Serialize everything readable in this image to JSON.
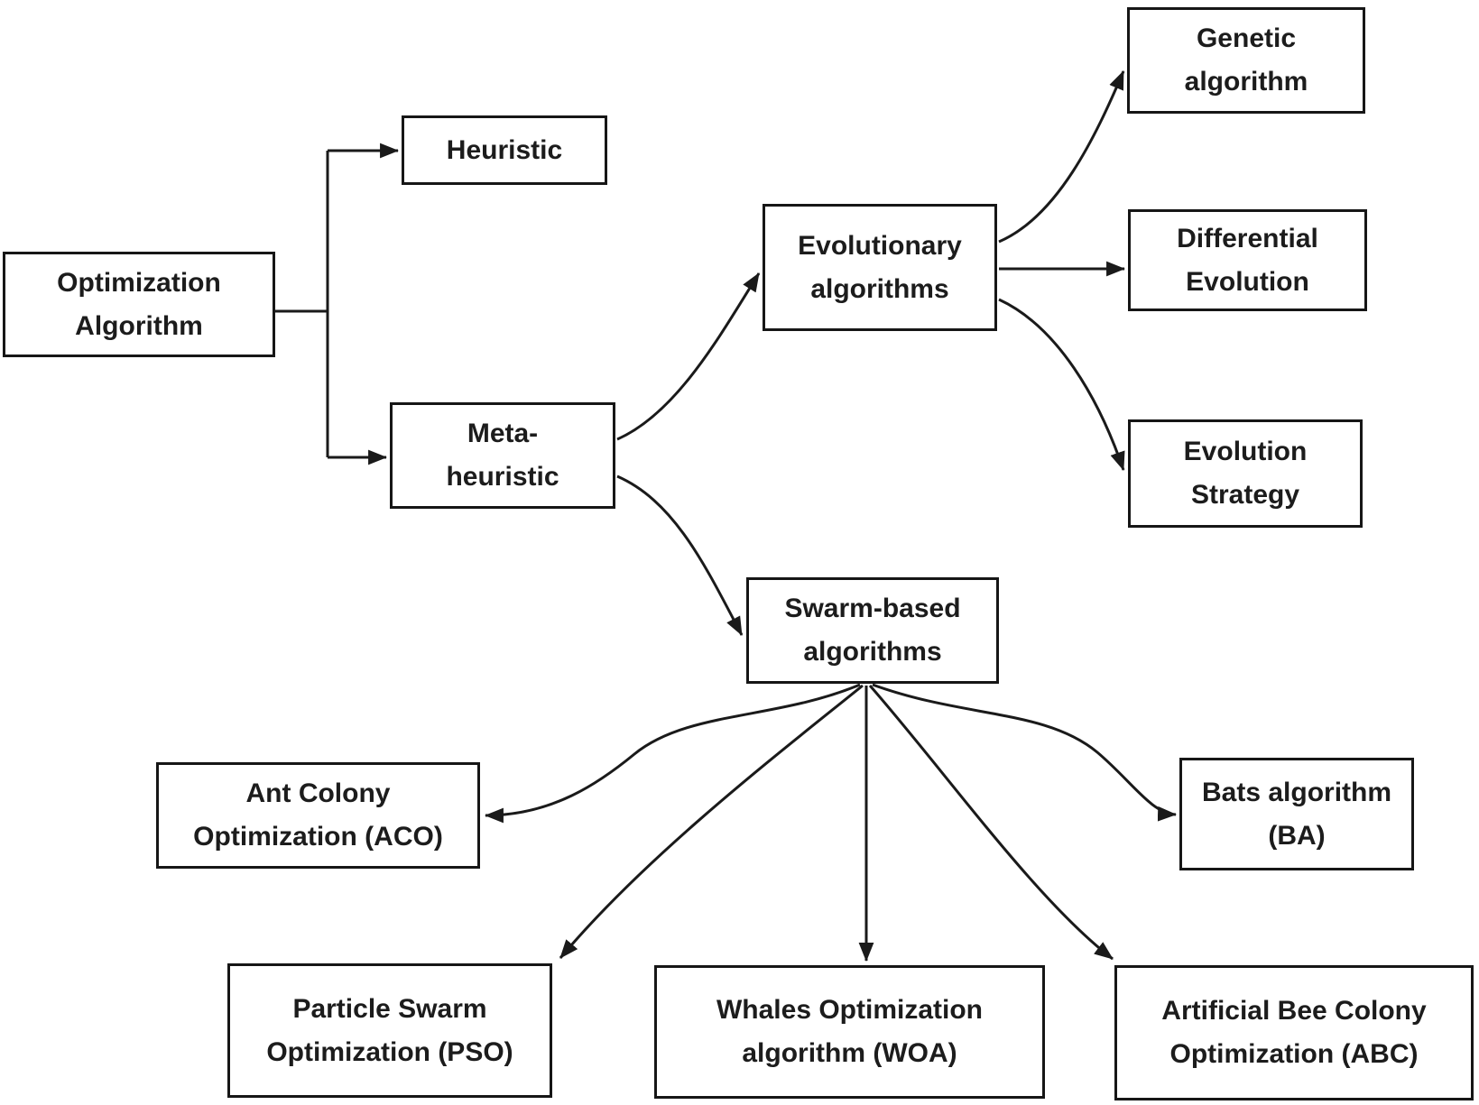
{
  "nodes": {
    "optimization": {
      "line1": "Optimization",
      "line2": "Algorithm"
    },
    "heuristic": {
      "line1": "Heuristic"
    },
    "metaheuristic": {
      "line1": "Meta-",
      "line2": "heuristic"
    },
    "evolutionary": {
      "line1": "Evolutionary",
      "line2": "algorithms"
    },
    "genetic": {
      "line1": "Genetic",
      "line2": "algorithm"
    },
    "differential": {
      "line1": "Differential",
      "line2": "Evolution"
    },
    "evolution_strategy": {
      "line1": "Evolution",
      "line2": "Strategy"
    },
    "swarm": {
      "line1": "Swarm-based",
      "line2": "algorithms"
    },
    "aco": {
      "line1": "Ant Colony",
      "line2": "Optimization (ACO)"
    },
    "ba": {
      "line1": "Bats algorithm",
      "line2": "(BA)"
    },
    "pso": {
      "line1": "Particle Swarm",
      "line2": "Optimization (PSO)"
    },
    "woa": {
      "line1": "Whales Optimization",
      "line2": "algorithm (WOA)"
    },
    "abc": {
      "line1": "Artificial Bee Colony",
      "line2": "Optimization (ABC)"
    }
  },
  "edges": [
    {
      "from": "optimization",
      "to": "heuristic"
    },
    {
      "from": "optimization",
      "to": "metaheuristic"
    },
    {
      "from": "metaheuristic",
      "to": "evolutionary"
    },
    {
      "from": "metaheuristic",
      "to": "swarm"
    },
    {
      "from": "evolutionary",
      "to": "genetic"
    },
    {
      "from": "evolutionary",
      "to": "differential"
    },
    {
      "from": "evolutionary",
      "to": "evolution_strategy"
    },
    {
      "from": "swarm",
      "to": "aco"
    },
    {
      "from": "swarm",
      "to": "pso"
    },
    {
      "from": "swarm",
      "to": "woa"
    },
    {
      "from": "swarm",
      "to": "abc"
    },
    {
      "from": "swarm",
      "to": "ba"
    }
  ],
  "colors": {
    "background": "#ffffff",
    "box_border": "#161616",
    "line": "#1a1a1a",
    "text": "#1c1c1c"
  }
}
